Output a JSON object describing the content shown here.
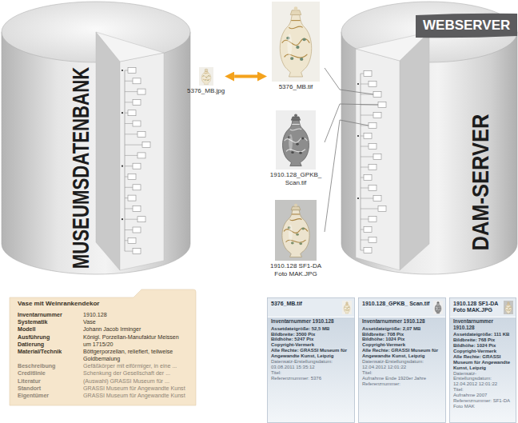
{
  "diagram": {
    "nodes": [
      {
        "text": [
          "MUSEUMSDATENBANK"
        ]
      },
      {
        "text": [
          "5376_MB.jpg"
        ]
      },
      {
        "text": [
          "5376_MB.tif"
        ]
      },
      {
        "text": [
          "1910.128_GPKB_ Scan.tif"
        ]
      },
      {
        "text": [
          "1910.128 SF1-DA Foto MAK.JPG"
        ]
      },
      {
        "text": [
          "DAM-SERVER"
        ]
      },
      {
        "text": [
          "WEBSERVER"
        ],
        "in": 5
      },
      {
        "text": [
          "Vase mit Weinrankendekor",
          "Inventarnummer",
          "1910.128",
          "Systematik",
          "Vase",
          "Modell",
          "Johann Jacob Irminger",
          "Ausführung",
          "Königl. Porzellan-Manufaktur Meissen",
          "Datierung",
          "um 1715/20",
          "Material/Technik",
          "Böttgerporzellan, reliefiert, teilweise Goldbemalung",
          "Beschreibung",
          "Gefäßkörper mit eiförmiger, in eine ...",
          "Creditlinie",
          "Schenkung der Gesellschaft der ...",
          "Literatur",
          "(Auswahl) GRASSI Museum für ...",
          "Standort",
          "GRASSI Museum für Angewandte Kunst",
          "Eigentümer",
          "GRASSI Museum für Angewandte Kunst"
        ]
      },
      {
        "text": [
          "5376_MB.tif",
          "Inventarnummer 1910.128",
          "Assetdateigröße: 52,5 MB",
          "Bildbreite: 3500 Pix",
          "Bildhöhe: 5247 Pix",
          "Copyright-Vermerk",
          "Alle Rechte: GRASSI Museum für Angewandte Kunst, Leipzig",
          "Datensatz-Erstellungsdatum: 03.08.2011 15:35:12",
          "Titel:",
          "Referenznummer: 5376"
        ]
      },
      {
        "text": [
          "1910.128_GPKB_ Scan.tif",
          "Inventarnummer 1910.128",
          "Assetdateigröße: 2,07 MB",
          "Bildbreite: 708 Pix",
          "Bildhöhe: 1024 Pix",
          "Copyright-Vermerk",
          "Alle Rechte: GRASSI Museum für Angewandte Kunst, Leipzig",
          "Datensatz-Erstellungsdatum: 12.04.2012 12:01:22",
          "Titel:",
          "Aufnahme Ende 1920er Jahre",
          "Referenznummer:"
        ]
      },
      {
        "text": [
          "1910.128 SF1-DA Foto MAK.JPG",
          "Inventarnummer 1910.128",
          "Assetdateigröße: 111 KB",
          "Bildbreite: 768 Pix",
          "Bildhöhe: 1024 Pix",
          "Copyright-Vermerk",
          "Alle Rechte: GRASSI Museum für Angewandte Kunst, Leipzig",
          "Datensatz-Erstellungsdatum: 12.04.2012 12:01:22",
          "Titel:",
          "Aufnahme 2007",
          "Referenznummer: SF1-DA Foto MAK"
        ]
      }
    ],
    "edges": [
      {
        "from": 1,
        "to": 2,
        "arrow": "both"
      },
      {
        "from": 5,
        "to": 2,
        "arrow": "none"
      },
      {
        "from": 5,
        "to": 3,
        "arrow": "none"
      },
      {
        "from": 5,
        "to": 4,
        "arrow": "none"
      }
    ]
  }
}
